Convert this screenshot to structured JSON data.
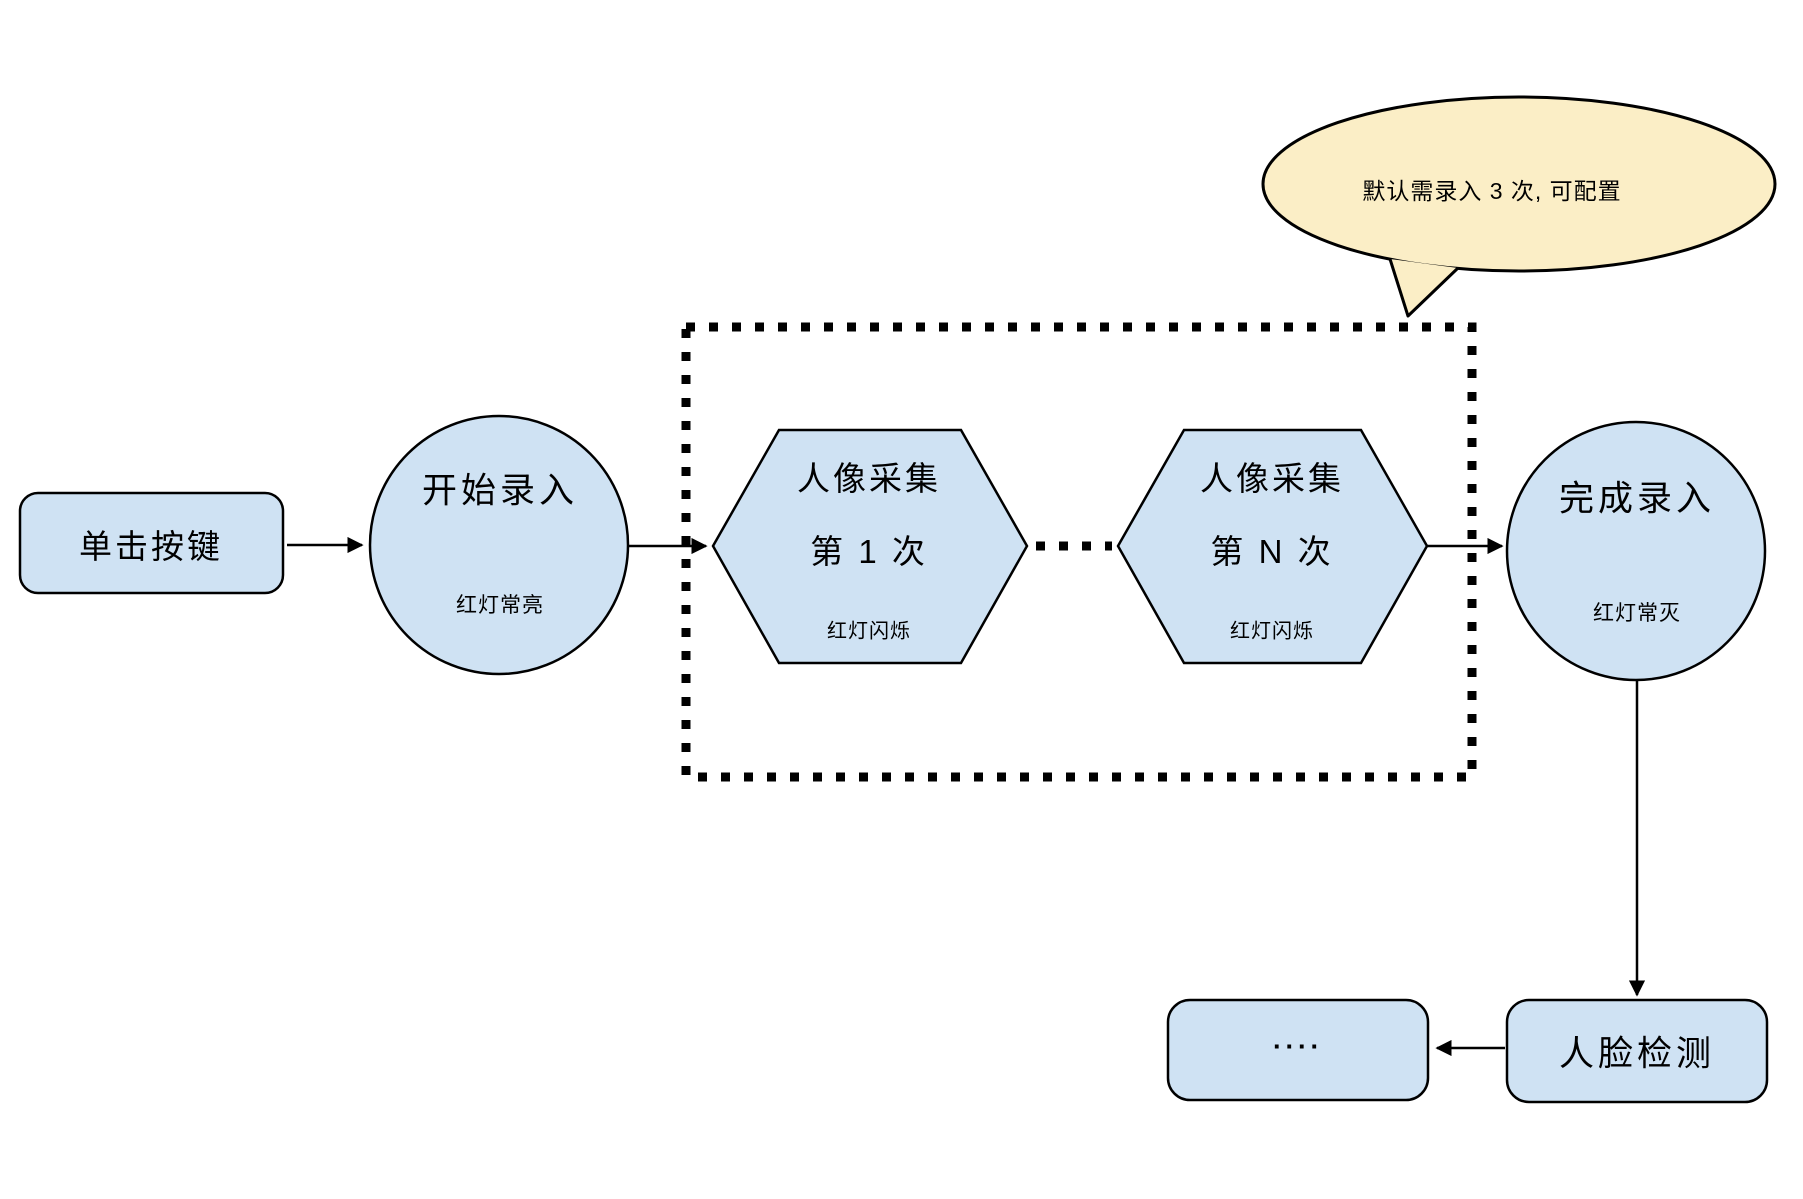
{
  "diagram": {
    "colors": {
      "node_fill": "#cfe2f3",
      "node_stroke": "#000000",
      "bubble_fill": "#fbeec6",
      "background": "#ffffff"
    },
    "nodes": {
      "click_button": {
        "label": "单击按键"
      },
      "start_record": {
        "label": "开始录入",
        "status": "红灯常亮"
      },
      "capture_first": {
        "title": "人像采集",
        "subtitle": "第 1 次",
        "status": "红灯闪烁"
      },
      "capture_nth": {
        "title": "人像采集",
        "subtitle": "第 N 次",
        "status": "红灯闪烁"
      },
      "finish_record": {
        "label": "完成录入",
        "status": "红灯常灭"
      },
      "face_detection": {
        "label": "人脸检测"
      },
      "more": {
        "label": "...."
      },
      "callout": {
        "text": "默认需录入 3 次, 可配置"
      }
    }
  }
}
